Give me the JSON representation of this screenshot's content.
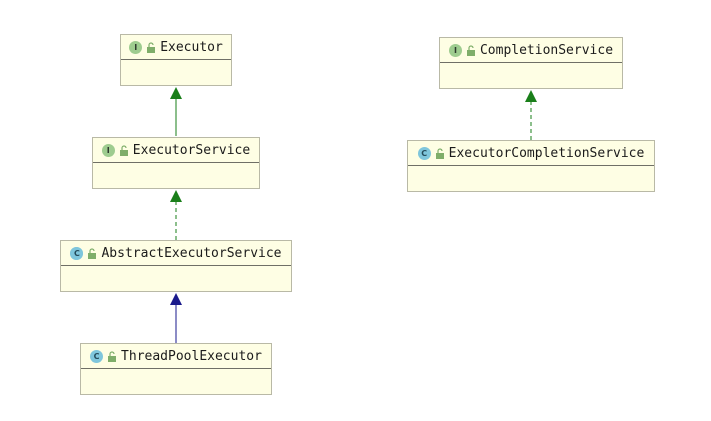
{
  "diagram": {
    "nodes": [
      {
        "id": "executor",
        "label": "Executor",
        "kind": "interface",
        "kind_letter": "I",
        "icon": "interface-icon"
      },
      {
        "id": "completion_service",
        "label": "CompletionService",
        "kind": "interface",
        "kind_letter": "I",
        "icon": "interface-icon"
      },
      {
        "id": "executor_service",
        "label": "ExecutorService",
        "kind": "interface",
        "kind_letter": "I",
        "icon": "interface-icon"
      },
      {
        "id": "executor_completion_service",
        "label": "ExecutorCompletionService",
        "kind": "class",
        "kind_letter": "C",
        "icon": "class-icon"
      },
      {
        "id": "abstract_executor_service",
        "label": "AbstractExecutorService",
        "kind": "abstract-class",
        "kind_letter": "C",
        "icon": "abstract-class-icon"
      },
      {
        "id": "thread_pool_executor",
        "label": "ThreadPoolExecutor",
        "kind": "class",
        "kind_letter": "C",
        "icon": "class-icon"
      }
    ],
    "edges": [
      {
        "from": "executor_service",
        "to": "executor",
        "type": "extends",
        "style": "solid",
        "color": "#1a7f1a"
      },
      {
        "from": "abstract_executor_service",
        "to": "executor_service",
        "type": "implements",
        "style": "dashed",
        "color": "#1a7f1a"
      },
      {
        "from": "thread_pool_executor",
        "to": "abstract_executor_service",
        "type": "extends",
        "style": "solid",
        "color": "#1a1a8c"
      },
      {
        "from": "executor_completion_service",
        "to": "completion_service",
        "type": "implements",
        "style": "dashed",
        "color": "#1a7f1a"
      }
    ],
    "colors": {
      "box_fill": "#fefee4",
      "box_border": "#b9b9a6",
      "interface_badge": "#9ecc8f",
      "class_badge": "#7fc6dc",
      "lock_icon": "#7fae6a"
    }
  }
}
